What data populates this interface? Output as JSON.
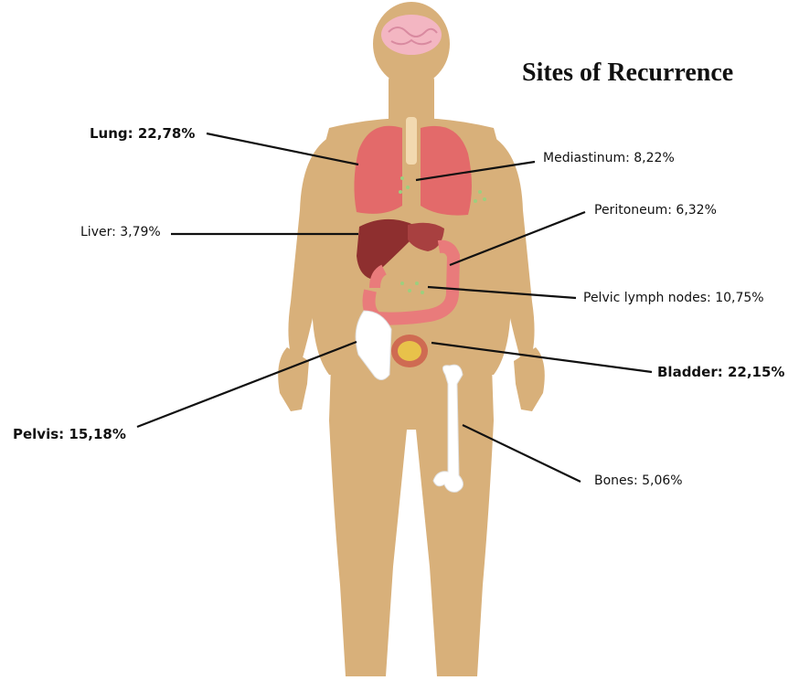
{
  "title": "Sites of Recurrence",
  "sites": {
    "lung": {
      "name": "Lung",
      "percent": "22,78%",
      "label": "Lung: 22,78%"
    },
    "mediastinum": {
      "name": "Mediastinum",
      "percent": "8,22%",
      "label": "Mediastinum: 8,22%"
    },
    "liver": {
      "name": "Liver",
      "percent": "3,79%",
      "label": "Liver: 3,79%"
    },
    "peritoneum": {
      "name": "Peritoneum",
      "percent": "6,32%",
      "label": "Peritoneum: 6,32%"
    },
    "pelvic_lymph_nodes": {
      "name": "Pelvic lymph nodes",
      "percent": "10,75%",
      "label": "Pelvic lymph nodes: 10,75%"
    },
    "bladder": {
      "name": "Bladder",
      "percent": "22,15%",
      "label": "Bladder: 22,15%"
    },
    "pelvis": {
      "name": "Pelvis",
      "percent": "15,18%",
      "label": "Pelvis: 15,18%"
    },
    "bones": {
      "name": "Bones",
      "percent": "5,06%",
      "label": "Bones: 5,06%"
    }
  },
  "colors": {
    "body": "#d8b07a",
    "lung": "#e36a6a",
    "liver": "#8e2f2f",
    "intestine": "#e97b7b",
    "bone": "#ffffff",
    "brain": "#f3b6c2",
    "bladder": "#e8c24a",
    "nodes": "#9ccf7e",
    "line": "#111111"
  }
}
